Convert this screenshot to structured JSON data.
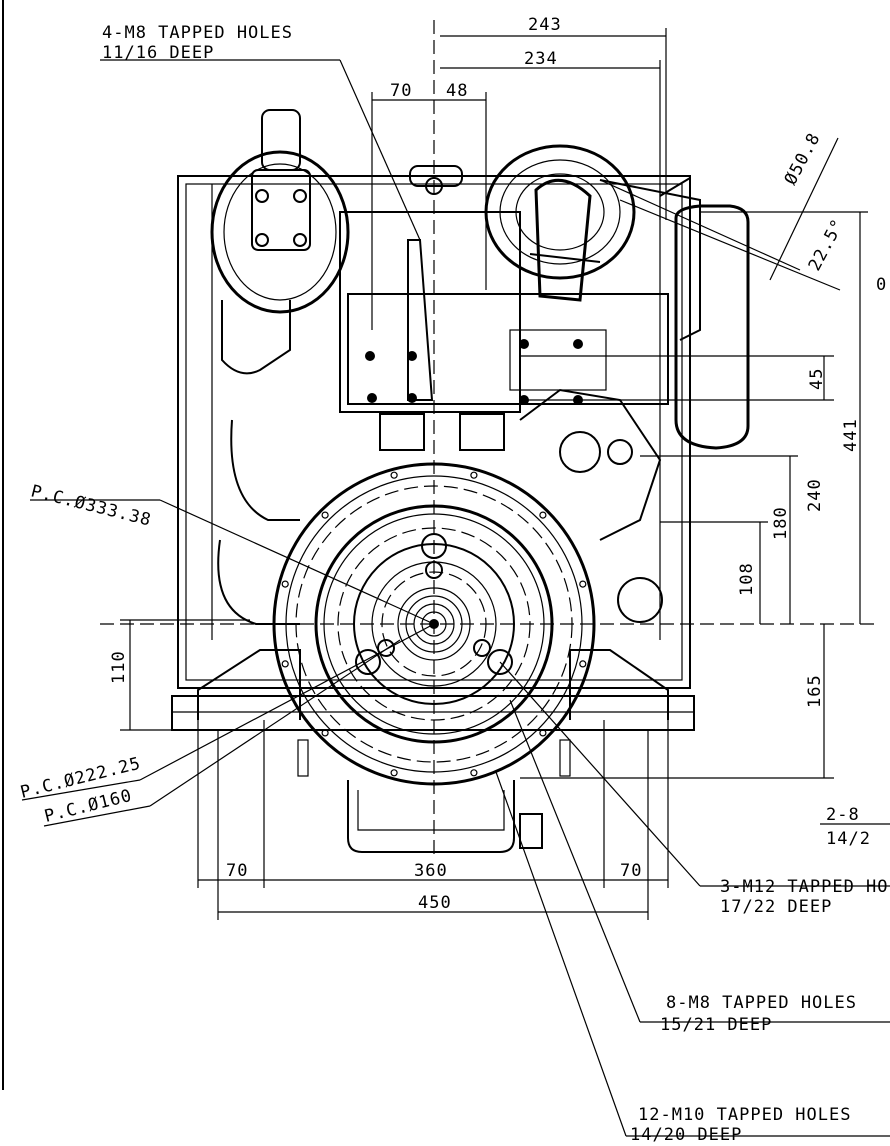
{
  "labels": {
    "m8_top_holes": "4-M8 TAPPED HOLES",
    "m8_top_depth": "11/16 DEEP",
    "pc_333": "P.C.Ø333.38",
    "pc_222": "P.C.Ø222.25",
    "pc_160": "P.C.Ø160",
    "m12_holes": "3-M12 TAPPED HO",
    "m12_depth": "17/22 DEEP",
    "m8_holes": "8-M8 TAPPED HOLES",
    "m8_depth": "15/21 DEEP",
    "m10_holes": "12-M10 TAPPED HOLES",
    "m10_depth": "14/20 DEEP",
    "edge_a": "2-8",
    "edge_b": "14/2",
    "edge_c": "0"
  },
  "dimensions": {
    "d243": "243",
    "d234": "234",
    "d70_top": "70",
    "d48": "48",
    "dia_50_8": "Ø50.8",
    "angle_22_5": "22.5°",
    "d45": "45",
    "d441": "441",
    "d240": "240",
    "d180": "180",
    "d108": "108",
    "d110": "110",
    "d165": "165",
    "d70_left": "70",
    "d360": "360",
    "d70_right": "70",
    "d450": "450"
  }
}
